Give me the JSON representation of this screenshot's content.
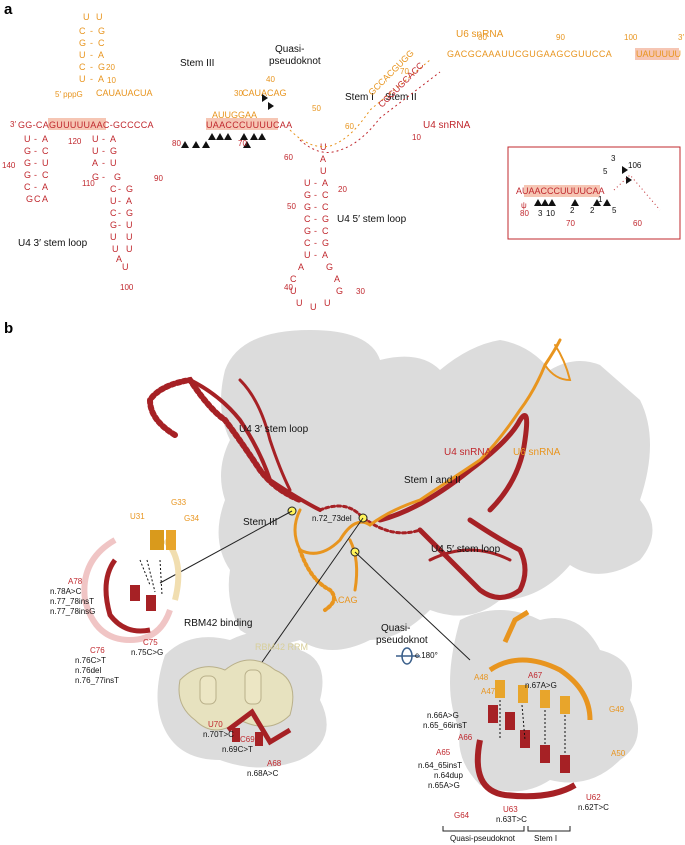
{
  "panel_a": {
    "label": "a",
    "u6_title": "U6 snRNA",
    "u4_title": "U4 snRNA",
    "stem_iii": "Stem III",
    "quasi_pseudoknot": [
      "Quasi-",
      "pseudoknot"
    ],
    "stem_i": "Stem I",
    "stem_ii": "Stem II",
    "u4_3_stem_loop": "U4 3′ stem loop",
    "u4_5_stem_loop": "U4 5′ stem loop",
    "u6_top_seq": "GACGCAAAUUCGUGAAGCGUUCCA",
    "u6_top_end": "UAUUUUU",
    "u6_3prime": "3′",
    "u4_seq_left": "GG-CAGUUUUUAAC-GCCCCA",
    "u4_seq_mid": "UAACCCUUUUCAA",
    "u6_mid_seq": "AUUGGAA",
    "u6_5prime_seq": "CAUAUACUA",
    "u6_5prime": "5′ pppG",
    "u4_3prime": "3′",
    "u4_numbers": [
      "140",
      "120",
      "110",
      "90",
      "100",
      "80",
      "70",
      "60",
      "50",
      "40",
      "30",
      "20",
      "10"
    ],
    "u6_numbers": [
      "10",
      "20",
      "30",
      "40",
      "50",
      "60",
      "70",
      "80",
      "90",
      "100"
    ],
    "inset": {
      "seq": "AUAACCCUUUUCAA",
      "marks": [
        "3",
        "106",
        "5",
        "1",
        "2",
        "3",
        "10",
        "2",
        "5"
      ],
      "nums": [
        "80",
        "70",
        "60"
      ],
      "psi": "ψ"
    }
  },
  "panel_b": {
    "label": "b",
    "u4_3_stem_loop": "U4 3′ stem loop",
    "u4_snrna": "U4 snRNA",
    "u6_snrna": "U6 snRNA",
    "stem_i_ii": "Stem I and II",
    "stem_iii": "Stem III",
    "n72": "n.72_73del",
    "u4_5_stem_loop": "U4 5′ stem loop",
    "acag": "ACAG",
    "rbm42_binding": "RBM42 binding",
    "rbm42_rrm": "RBM42 RRM",
    "quasi_pseudoknot": [
      "Quasi-",
      "pseudoknot"
    ],
    "rotation": "c.180°",
    "left_inset": {
      "u31": "U31",
      "g33": "G33",
      "g34": "G34",
      "a78": "A78",
      "a78_lines": [
        "n.78A>C",
        "n.77_78insT",
        "n.77_78insG"
      ],
      "c76": "C76",
      "c76_lines": [
        "n.76C>T",
        "n.76del",
        "n.76_77insT"
      ],
      "c75": "C75",
      "c75_lines": [
        "n.75C>G"
      ]
    },
    "rbm_inset": {
      "u70": "U70",
      "u70_lines": [
        "n.70T>C"
      ],
      "c69": "C69",
      "c69_lines": [
        "n.69C>T"
      ],
      "a68": "A68",
      "a68_lines": [
        "n.68A>C"
      ]
    },
    "right_inset": {
      "a48": "A48",
      "a47": "A47",
      "a67": "A67",
      "a67_lines": [
        "n.67A>G"
      ],
      "g49": "G49",
      "a66": "A66",
      "a66_lines": [
        "n.66A>G",
        "n.65_66insT"
      ],
      "a65": "A65",
      "a65_lines": [
        "n.64_65insT",
        "n.64dup",
        "n.65A>G"
      ],
      "a50": "A50",
      "g64": "G64",
      "u63": "U63",
      "u63_lines": [
        "n.63T>C"
      ],
      "u62": "U62",
      "u62_lines": [
        "n.62T>C"
      ],
      "qp_bracket": "Quasi-pseudoknot",
      "stem_i_bracket": "Stem I"
    }
  },
  "colors": {
    "u4": "#c0282e",
    "u6": "#e8951f",
    "rbm42": "#e7e2bf",
    "shadow": "#d9d9d9"
  }
}
